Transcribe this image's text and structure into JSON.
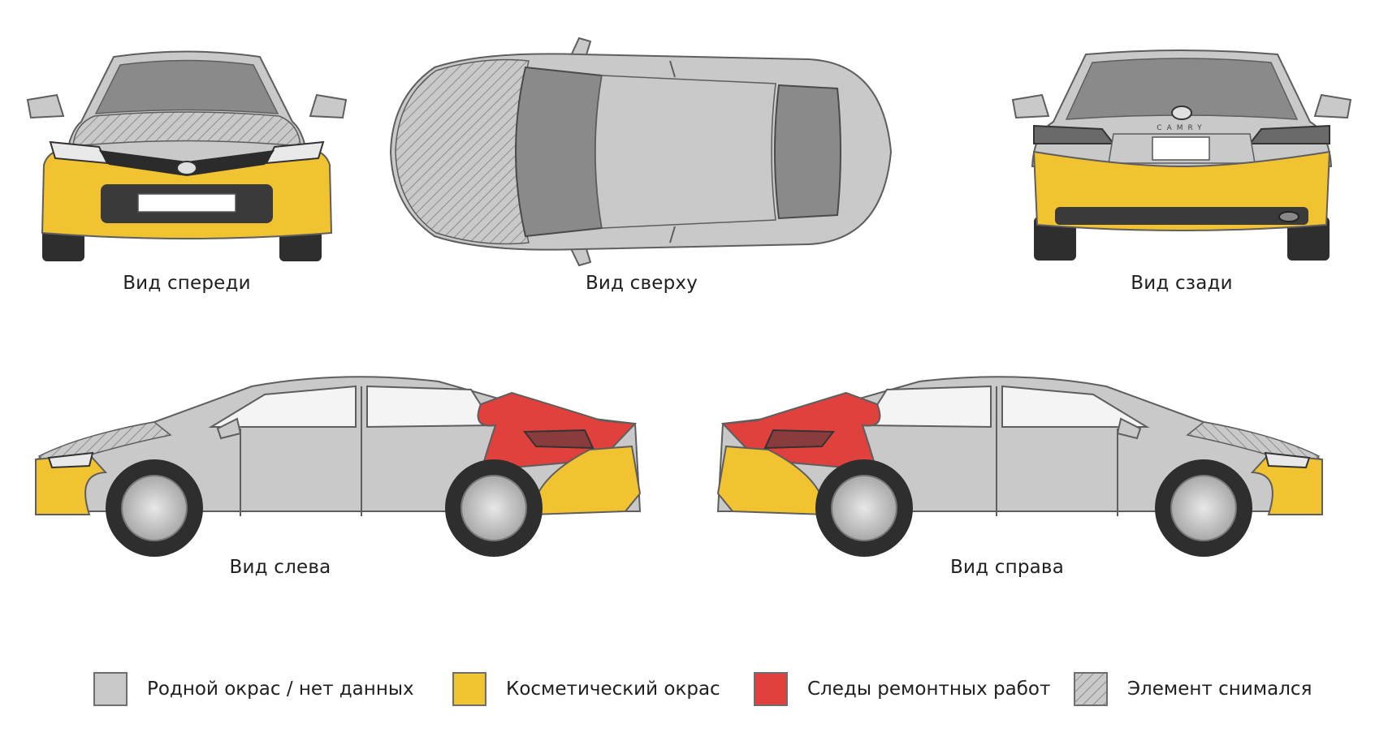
{
  "views": {
    "front": {
      "caption": "Вид спереди"
    },
    "top": {
      "caption": "Вид сверху"
    },
    "rear": {
      "caption": "Вид сзади",
      "model_badge": "CAMRY"
    },
    "left": {
      "caption": "Вид слева"
    },
    "right": {
      "caption": "Вид справа"
    }
  },
  "legend": [
    {
      "label": "Родной окрас / нет данных",
      "swatch": "original"
    },
    {
      "label": "Косметический окрас",
      "swatch": "cosmetic"
    },
    {
      "label": "Следы ремонтных работ",
      "swatch": "repair"
    },
    {
      "label": "Элемент снимался",
      "swatch": "removed"
    }
  ],
  "colors": {
    "original": "#c9c9c9",
    "cosmetic": "#f1c330",
    "repair": "#e0413d",
    "outline": "#5e5e5e",
    "glass": "#8a8a8a",
    "tire": "#2e2e2e"
  }
}
